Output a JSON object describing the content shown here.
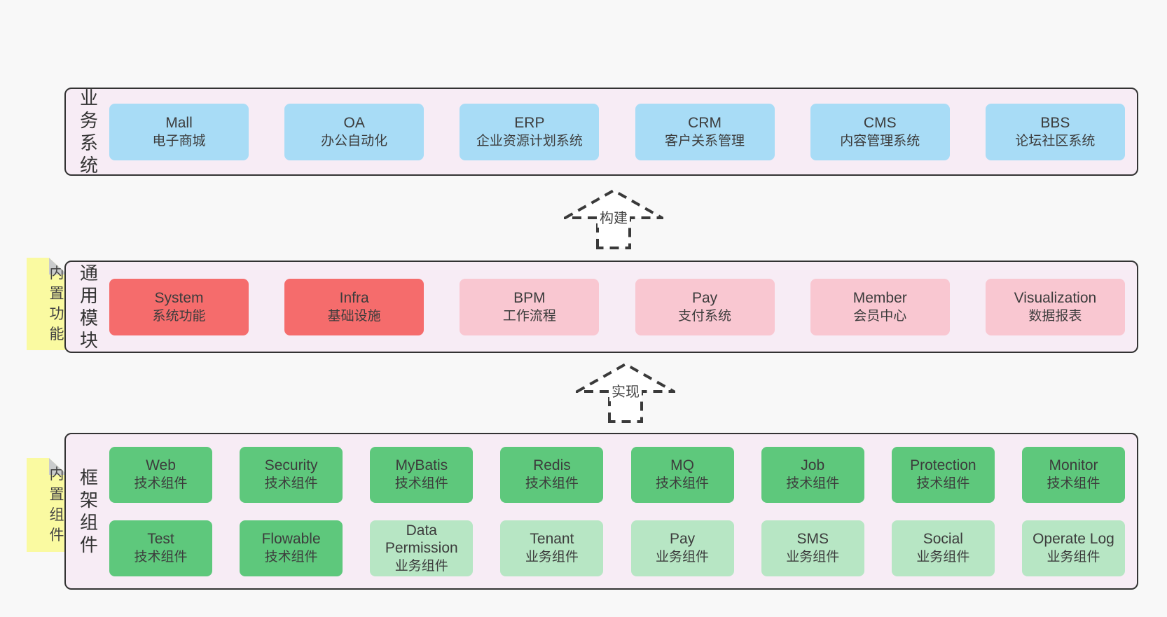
{
  "colors": {
    "bg": "#f8f8f8",
    "panel_bg": "#f7ecf5",
    "border": "#333333",
    "line": "#3a3a3a",
    "note_bg": "#fafaa1",
    "fold": "#c9cbcc",
    "blue": "#a8dcf6",
    "red": "#f56c6c",
    "pink": "#f9c7d1",
    "green": "#5ec87c",
    "lightgreen": "#b7e6c4"
  },
  "notes": [
    {
      "label": "内置功能"
    },
    {
      "label": "内置组件"
    }
  ],
  "arrows": [
    {
      "label": "构建"
    },
    {
      "label": "实现"
    }
  ],
  "sections": [
    {
      "id": "business-systems",
      "label": "业务系统",
      "rows": [
        [
          {
            "en": "Mall",
            "cn": "电子商城",
            "style": "blue"
          },
          {
            "en": "OA",
            "cn": "办公自动化",
            "style": "blue"
          },
          {
            "en": "ERP",
            "cn": "企业资源计划系统",
            "style": "blue"
          },
          {
            "en": "CRM",
            "cn": "客户关系管理",
            "style": "blue"
          },
          {
            "en": "CMS",
            "cn": "内容管理系统",
            "style": "blue"
          },
          {
            "en": "BBS",
            "cn": "论坛社区系统",
            "style": "blue"
          }
        ]
      ]
    },
    {
      "id": "common-modules",
      "label": "通用模块",
      "rows": [
        [
          {
            "en": "System",
            "cn": "系统功能",
            "style": "red"
          },
          {
            "en": "Infra",
            "cn": "基础设施",
            "style": "red"
          },
          {
            "en": "BPM",
            "cn": "工作流程",
            "style": "pink"
          },
          {
            "en": "Pay",
            "cn": "支付系统",
            "style": "pink"
          },
          {
            "en": "Member",
            "cn": "会员中心",
            "style": "pink"
          },
          {
            "en": "Visualization",
            "cn": "数据报表",
            "style": "pink"
          }
        ]
      ]
    },
    {
      "id": "framework-components",
      "label": "框架组件",
      "rows": [
        [
          {
            "en": "Web",
            "cn": "技术组件",
            "style": "green"
          },
          {
            "en": "Security",
            "cn": "技术组件",
            "style": "green"
          },
          {
            "en": "MyBatis",
            "cn": "技术组件",
            "style": "green"
          },
          {
            "en": "Redis",
            "cn": "技术组件",
            "style": "green"
          },
          {
            "en": "MQ",
            "cn": "技术组件",
            "style": "green"
          },
          {
            "en": "Job",
            "cn": "技术组件",
            "style": "green"
          },
          {
            "en": "Protection",
            "cn": "技术组件",
            "style": "green"
          },
          {
            "en": "Monitor",
            "cn": "技术组件",
            "style": "green"
          }
        ],
        [
          {
            "en": "Test",
            "cn": "技术组件",
            "style": "green"
          },
          {
            "en": "Flowable",
            "cn": "技术组件",
            "style": "green"
          },
          {
            "en": "Data Permission",
            "cn": "业务组件",
            "style": "lightgreen"
          },
          {
            "en": "Tenant",
            "cn": "业务组件",
            "style": "lightgreen"
          },
          {
            "en": "Pay",
            "cn": "业务组件",
            "style": "lightgreen"
          },
          {
            "en": "SMS",
            "cn": "业务组件",
            "style": "lightgreen"
          },
          {
            "en": "Social",
            "cn": "业务组件",
            "style": "lightgreen"
          },
          {
            "en": "Operate Log",
            "cn": "业务组件",
            "style": "lightgreen"
          }
        ]
      ]
    }
  ]
}
